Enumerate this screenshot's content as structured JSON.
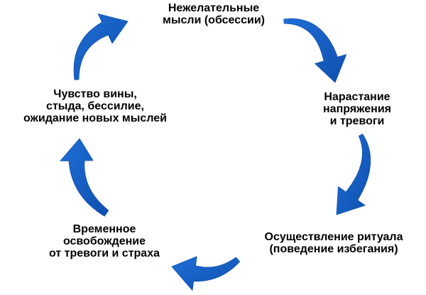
{
  "diagram": {
    "arrow_color": "#1f6fd6",
    "arrow_shade": "#0f4fae",
    "background": "#ffffff",
    "nodes": [
      {
        "id": "obsessions",
        "lines": [
          "Нежелательные",
          "мысли (обсессии)"
        ]
      },
      {
        "id": "anxiety",
        "lines": [
          "Нарастание",
          "напряжения",
          "и тревоги"
        ]
      },
      {
        "id": "ritual",
        "lines": [
          "Осуществление ритуала",
          "(поведение избегания)"
        ]
      },
      {
        "id": "relief",
        "lines": [
          "Временное",
          "освобождение",
          "от тревоги и страха"
        ]
      },
      {
        "id": "guilt",
        "lines": [
          "Чувство вины,",
          "стыда, бессилие,",
          "ожидание новых мыслей"
        ]
      }
    ],
    "edges": [
      {
        "from": "obsessions",
        "to": "anxiety"
      },
      {
        "from": "anxiety",
        "to": "ritual"
      },
      {
        "from": "ritual",
        "to": "relief"
      },
      {
        "from": "relief",
        "to": "guilt"
      },
      {
        "from": "guilt",
        "to": "obsessions"
      }
    ]
  }
}
